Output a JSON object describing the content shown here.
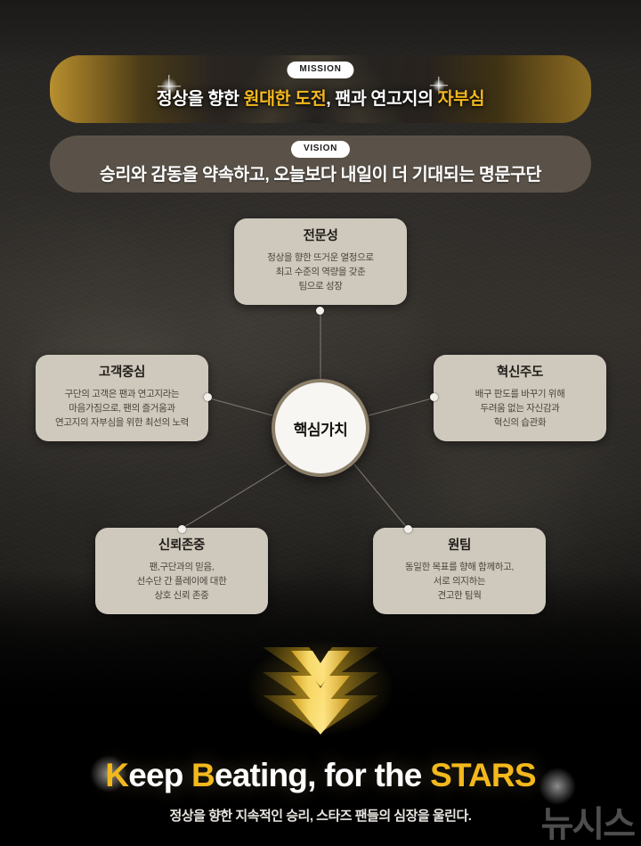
{
  "theme": {
    "background": "#1d1c1a",
    "gold": "#f5b81f",
    "card_bg": "#cfc8bc",
    "vision_bg": "#5a5248",
    "ring": "#8c7f69"
  },
  "mission": {
    "badge": "MISSION",
    "text_parts": [
      {
        "text": "정상을 향한 ",
        "accent": false
      },
      {
        "text": "원대한 도전",
        "accent": true
      },
      {
        "text": ", 팬과 연고지의 ",
        "accent": false
      },
      {
        "text": "자부심",
        "accent": true
      }
    ],
    "full_text": "정상을 향한 원대한 도전, 팬과 연고지의 자부심"
  },
  "vision": {
    "badge": "VISION",
    "text_parts": [
      {
        "text": "승리와 감동을 약속하고, 오늘보다 내일이 더 기대되는 ",
        "accent": false
      },
      {
        "text": "명문구단",
        "accent": false
      }
    ],
    "full_text": "승리와 감동을 약속하고, 오늘보다 내일이 더 기대되는 명문구단"
  },
  "diagram": {
    "center": {
      "label": "핵심가치"
    },
    "nodes": [
      {
        "id": "expertise",
        "title": "전문성",
        "desc": "정상을 향한 뜨거운 열정으로\n최고 수준의 역량을 갖춘\n팀으로 성장",
        "position": "top"
      },
      {
        "id": "customer-focus",
        "title": "고객중심",
        "desc": "구단의 고객은 팬과 연고지라는\n마음가짐으로, 팬의 즐거움과\n연고지의 자부심을 위한 최선의 노력",
        "position": "left"
      },
      {
        "id": "innovation",
        "title": "혁신주도",
        "desc": "배구 판도를 바꾸기 위해\n두려움 없는 자신감과\n혁신의 습관화",
        "position": "right"
      },
      {
        "id": "trust-respect",
        "title": "신뢰존중",
        "desc": "팬,구단과의 믿음,\n선수단 간 플레이에 대한\n상호 신뢰 존중",
        "position": "bottom-left"
      },
      {
        "id": "one-team",
        "title": "원팀",
        "desc": "동일한 목표를 향해 함께하고,\n서로 의지하는\n견고한 팀웍",
        "position": "bottom-right"
      }
    ]
  },
  "footer": {
    "emblem": "chevron-stack-icon",
    "tagline_parts": [
      {
        "text": "K",
        "accent": true
      },
      {
        "text": "eep ",
        "accent": false
      },
      {
        "text": "B",
        "accent": true
      },
      {
        "text": "eating, for the ",
        "accent": false
      },
      {
        "text": "STARS",
        "accent": true
      }
    ],
    "tagline_full": "Keep Beating, for the STARS",
    "subtagline": "정상을 향한 지속적인 승리, 스타즈 팬들의 심장을 울린다."
  },
  "watermark": {
    "text": "뉴시스"
  }
}
